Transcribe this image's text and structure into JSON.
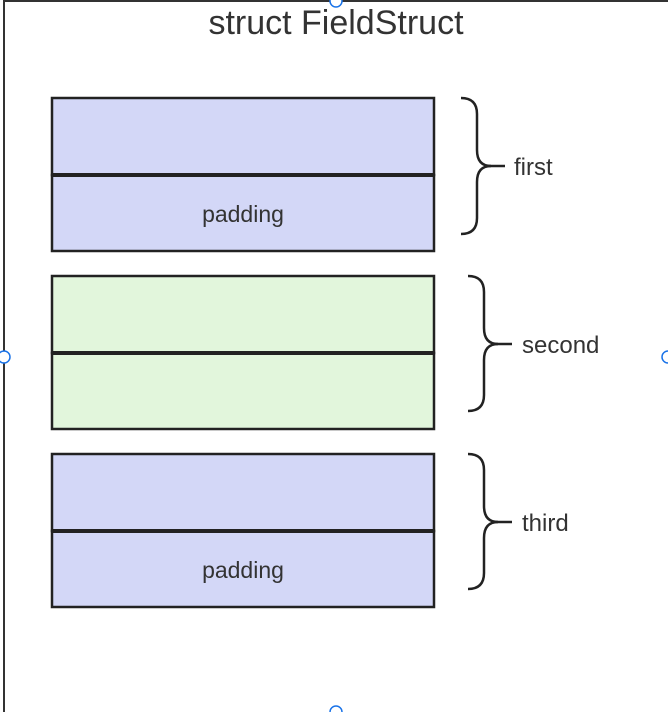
{
  "title": "struct FieldStruct",
  "colors": {
    "border": "#222222",
    "frame": "#333333",
    "handle": "#1a73e8",
    "text": "#333333"
  },
  "fields": [
    {
      "label": "first",
      "fill": "#d3d7f7",
      "cells": [
        {
          "text": ""
        },
        {
          "text": "padding"
        }
      ]
    },
    {
      "label": "second",
      "fill": "#e2f6dc",
      "cells": [
        {
          "text": ""
        },
        {
          "text": ""
        }
      ]
    },
    {
      "label": "third",
      "fill": "#d3d7f7",
      "cells": [
        {
          "text": ""
        },
        {
          "text": "padding"
        }
      ]
    }
  ]
}
